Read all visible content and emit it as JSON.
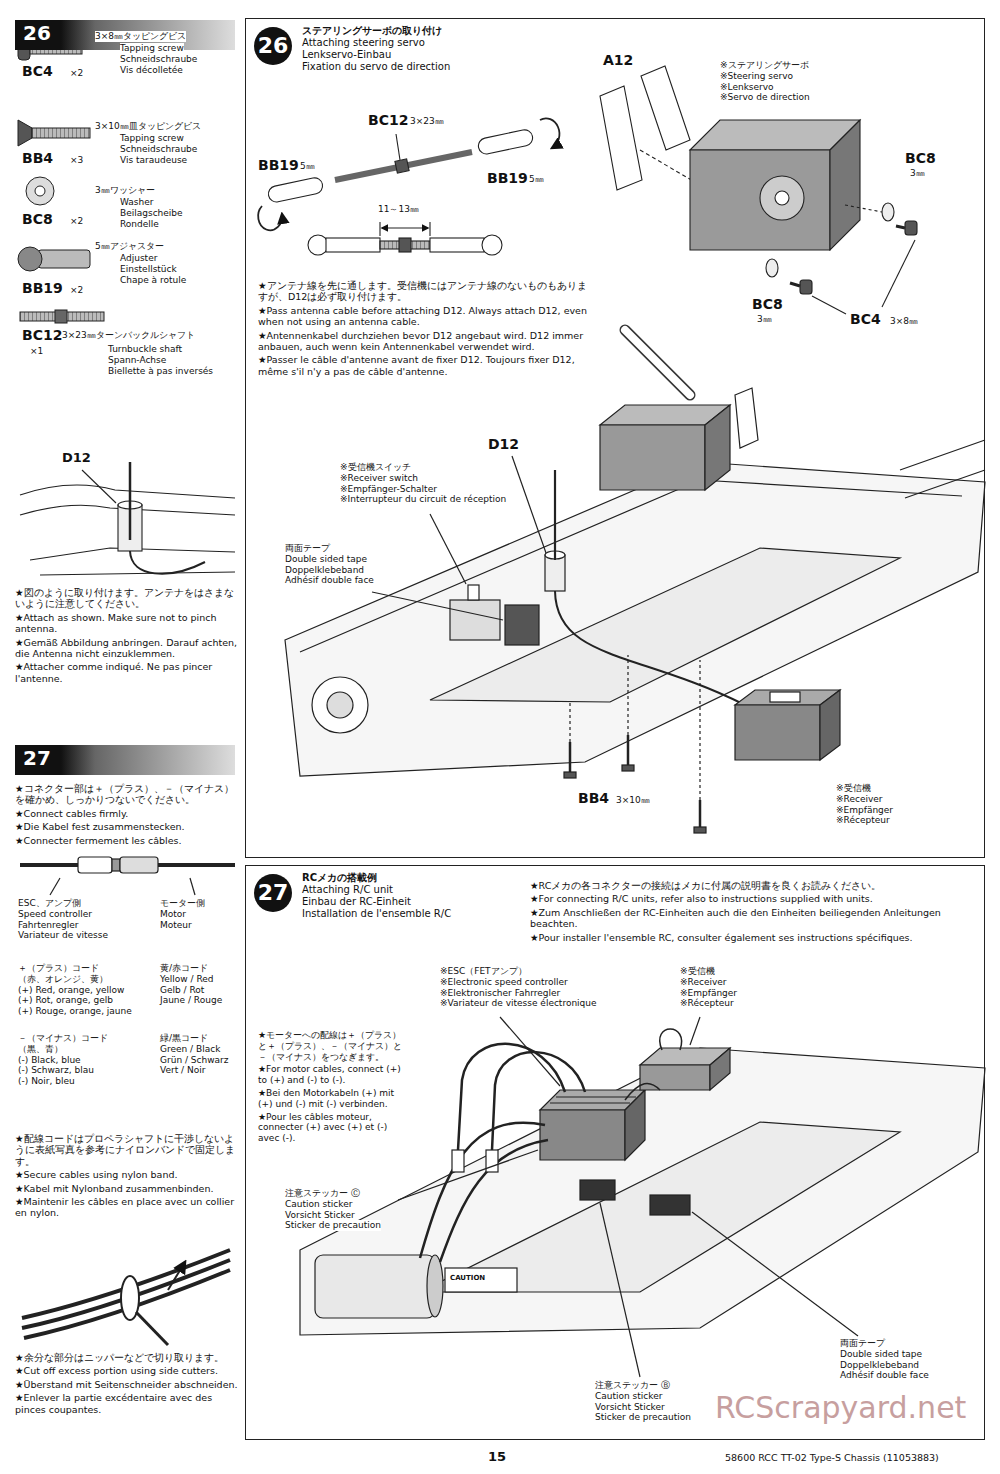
{
  "diagram": {
    "nodes": [
      {
        "text": [
          "26"
        ]
      },
      {
        "text": [
          "27"
        ]
      },
      {
        "text": [
          "26",
          "ステアリングサーボの取り付け",
          "Attaching steering servo",
          "Lenkservo-Einbau",
          "Fixation du servo de direction"
        ]
      },
      {
        "text": [
          "27",
          "RCメカの搭載例",
          "Attaching R/C unit",
          "Einbau der RC-Einheit",
          "Installation de l'ensemble R/C"
        ]
      }
    ],
    "labels": [
      "3×8㎜タッピングビス",
      "Tapping screw",
      "Schneidschraube",
      "Vis décolletée",
      "BC4",
      "×2",
      "3×10㎜皿タッピングビス",
      "Tapping screw",
      "Schneidschraube",
      "Vis taraudeuse",
      "BB4",
      "×3",
      "3㎜ワッシャー",
      "Washer",
      "Beilagscheibe",
      "Rondelle",
      "BC8",
      "×2",
      "5㎜アジャスター",
      "Adjuster",
      "Einstellstück",
      "Chape à rotule",
      "BB19",
      "×2",
      "3×23㎜ターンバックルシャフト",
      "BC12",
      "×1",
      "Turnbuckle shaft",
      "Spann-Achse",
      "Biellette à pas inversés",
      "D12",
      "★図のように取り付けます。アンテナをはさまないように注意してください。",
      "★Attach as shown. Make sure not to pinch antenna.",
      "★Gemäß Abbildung anbringen. Darauf achten, die Antenna nicht einzuklemmen.",
      "★Attacher comme indiqué. Ne pas pincer l'antenne.",
      "★コネクター部は＋（プラス）、－（マイナス）を確かめ、しっかりつないでください。",
      "★Connect cables firmly.",
      "★Die Kabel fest zusammenstecken.",
      "★Connecter fermement les câbles.",
      "ESC、アンプ側",
      "Speed controller",
      "Fahrtenregler",
      "Variateur de vitesse",
      "モーター側",
      "Motor",
      "Moteur",
      "＋（プラス）コード",
      "（赤、オレンジ、黄）",
      "(+) Red, orange, yellow",
      "(+) Rot, orange, gelb",
      "(+) Rouge, orange, jaune",
      "黄/赤コード",
      "Yellow / Red",
      "Gelb / Rot",
      "Jaune / Rouge",
      "－（マイナス）コード",
      "（黒、青）",
      "(-) Black, blue",
      "(-) Schwarz, blau",
      "(-) Noir, bleu",
      "緑/黒コード",
      "Green / Black",
      "Grün / Schwarz",
      "Vert / Noir",
      "★配線コードはプロペラシャフトに干渉しないように表紙写真を参考にナイロンバンドで固定します。",
      "★Secure cables using nylon band.",
      "★Kabel mit Nylonband zusammenbinden.",
      "★Maintenir les câbles en place avec un collier en nylon.",
      "★余分な部分はニッパーなどで切り取ります。",
      "★Cut off excess portion using side cutters.",
      "★Überstand mit Seitenschneider abschneiden.",
      "★Enlever la partie excédentaire avec des pinces coupantes.",
      "BC12",
      "3×23㎜",
      "BB19",
      "5㎜",
      "BB19",
      "5㎜",
      "11～13㎜",
      "A12",
      "※ステアリングサーボ",
      "※Steering servo",
      "※Lenkservo",
      "※Servo de direction",
      "BC8",
      "3㎜",
      "BC8",
      "3㎜",
      "BC4",
      "3×8㎜",
      "★アンテナ線を先に通します。受信機にはアンテナ線のないものもありますが、D12は必ず取り付けます。",
      "★Pass antenna cable before attaching D12. Always attach D12, even when not using an antenna cable.",
      "★Antennenkabel durchziehen bevor D12 angebaut wird. D12 immer anbauen, auch wenn kein Antennenkabel verwendet wird.",
      "★Passer le câble d'antenne avant de fixer D12. Toujours fixer D12, même s'il n'y a pas de câble d'antenne.",
      "D12",
      "※受信機スイッチ",
      "※Receiver switch",
      "※Empfänger-Schalter",
      "※Interrupteur du circuit de réception",
      "両面テープ",
      "Double sided tape",
      "Doppelklebeband",
      "Adhésif double face",
      "BB4",
      "3×10㎜",
      "※受信機",
      "※Receiver",
      "※Empfänger",
      "※Récepteur",
      "★RCメカの各コネクターの接続はメカに付属の説明書を良くお読みください。",
      "★For connecting R/C units, refer also to instructions supplied with units.",
      "★Zum Anschließen der RC-Einheiten auch die den Einheiten beiliegenden Anleitungen beachten.",
      "★Pour installer l'ensemble RC, consulter également ses instructions spécifiques.",
      "※ESC（FETアンプ）",
      "※Electronic speed controller",
      "※Elektronischer Fahrregler",
      "※Variateur de vitesse électronique",
      "※受信機",
      "※Receiver",
      "※Empfänger",
      "※Récepteur",
      "★モーターへの配線は＋（プラス）と＋（プラス）、－（マイナス）と－（マイナス）をつなぎます。",
      "★For motor cables, connect (+) to (+) and (-) to (-).",
      "★Bei den Motorkabeln (+) mit (+) und (-) mit (-) verbinden.",
      "★Pour les câbles moteur, connecter (+) avec (+) et (-) avec (-).",
      "注意ステッカー Ⓒ",
      "Caution sticker",
      "Vorsicht Sticker",
      "Sticker de precaution",
      "両面テープ",
      "Double sided tape",
      "Doppelklebeband",
      "Adhésif double face",
      "注意ステッカー Ⓑ",
      "Caution sticker",
      "Vorsicht Sticker",
      "Sticker de precaution",
      "CAUTION",
      "RCScrapyard.net",
      "15",
      "58600 RCC TT-02 Type-S Chassis (11053883)"
    ]
  }
}
